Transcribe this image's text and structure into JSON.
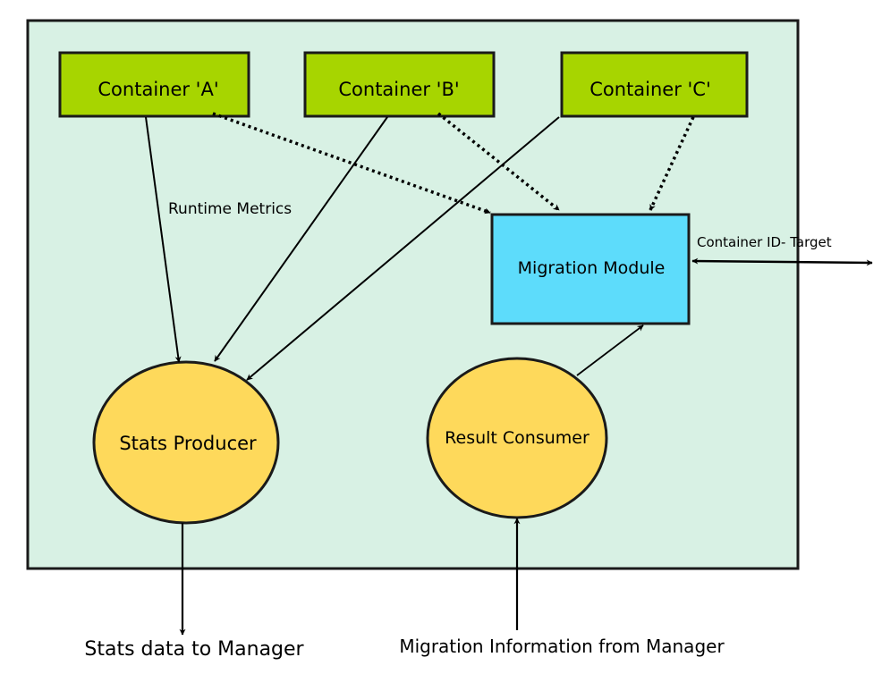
{
  "colors": {
    "background": "#d8f1e4",
    "container_fill": "#a7d500",
    "module_fill": "#5ddcfb",
    "circle_fill": "#fed95b",
    "stroke": "#1a1a1a"
  },
  "containers": [
    {
      "label": "Container 'A'"
    },
    {
      "label": "Container 'B'"
    },
    {
      "label": "Container 'C'"
    }
  ],
  "migration_module": {
    "label": "Migration Module"
  },
  "stats_producer": {
    "label": "Stats Producer"
  },
  "result_consumer": {
    "label": "Result Consumer"
  },
  "edge_labels": {
    "runtime_metrics": "Runtime Metrics",
    "container_id_target": "Container ID- Target"
  },
  "external_labels": {
    "stats_to_manager": "Stats data to Manager",
    "migration_from_manager": "Migration Information from Manager"
  }
}
